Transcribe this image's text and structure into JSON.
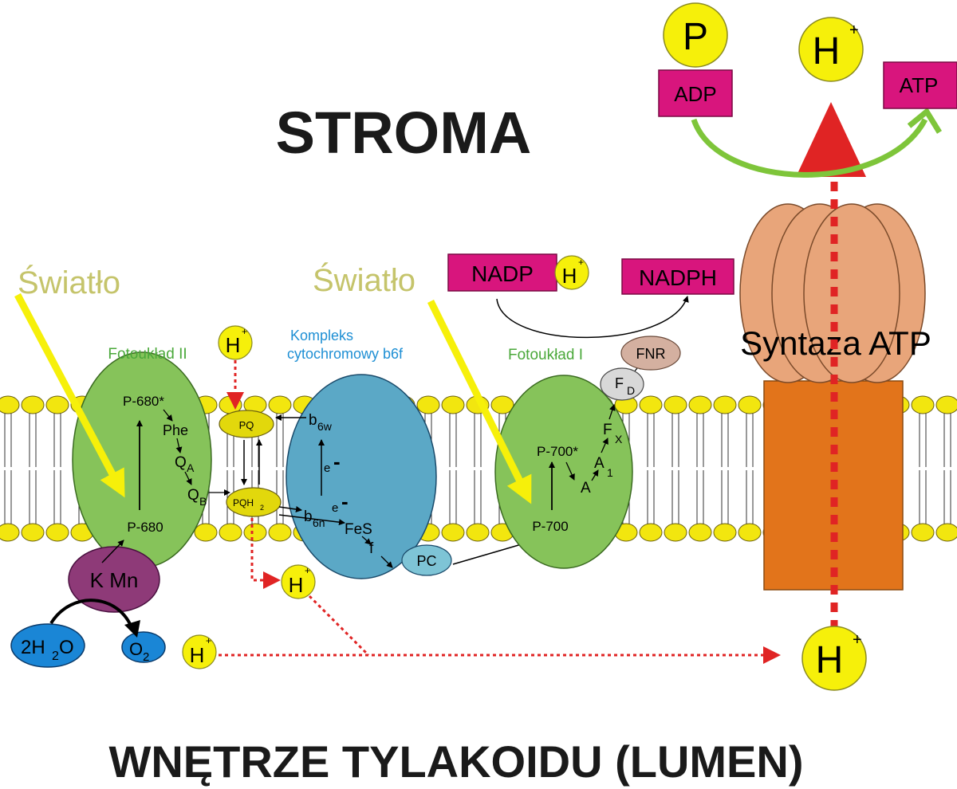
{
  "titles": {
    "stroma": "STROMA",
    "lumen": "WNĘTRZE TYLAKOIDU (LUMEN)"
  },
  "light": {
    "left": "Światło",
    "right": "Światło"
  },
  "complexes": {
    "psii": "Fotoukład II",
    "cyt_line1": "Kompleks",
    "cyt_line2": "cytochromowy b6f",
    "psi": "Fotoukład I",
    "synthase": "Syntaza ATP"
  },
  "psii_chain": {
    "p680_excited": "P-680*",
    "phe": "Phe",
    "qa": "Q",
    "qa_sub": "A",
    "qb": "Q",
    "qb_sub": "B",
    "p680": "P-680",
    "kmn": "K Mn",
    "water": "2H",
    "water_sub": "2",
    "water_tail": "O",
    "oxygen": "O",
    "oxygen_sub": "2"
  },
  "cyt_chain": {
    "pq": "PQ",
    "pqh2": "PQH",
    "pqh2_sub": "2",
    "b6w": "b",
    "b6w_sub": "6w",
    "b6n": "b",
    "b6n_sub": "6n",
    "electron1": "e",
    "electron2": "e",
    "minus": "-",
    "fes": "FeS",
    "f": "f",
    "pc": "PC"
  },
  "psi_chain": {
    "p700_excited": "P-700*",
    "a": "A",
    "a1": "A",
    "a1_sub": "1",
    "fx": "F",
    "fx_sub": "X",
    "fd": "F",
    "fd_sub": "D",
    "fnr": "FNR",
    "p700": "P-700"
  },
  "stroma_molecules": {
    "nadp": "NADP",
    "nadph": "NADPH",
    "adp": "ADP",
    "atp": "ATP",
    "phosphate": "P"
  },
  "protons": {
    "symbol": "H",
    "charge": "+"
  },
  "colors": {
    "membrane_head": "#f2e60f",
    "psii_fill": "#86c35a",
    "cyt_fill": "#5ba8c6",
    "psi_fill": "#86c35a",
    "synthase_top": "#e8a57a",
    "synthase_base": "#e2741b",
    "magenta": "#d8157d",
    "light_arrow": "#f6f00a",
    "light_text": "#c5c46b",
    "green_text": "#4aa83a",
    "blue_text": "#1e8fd4",
    "proton_flow": "#e02424",
    "kmn_fill": "#8e3a78",
    "water_fill": "#1a86d6",
    "atp_arrow": "#7ec53a"
  }
}
